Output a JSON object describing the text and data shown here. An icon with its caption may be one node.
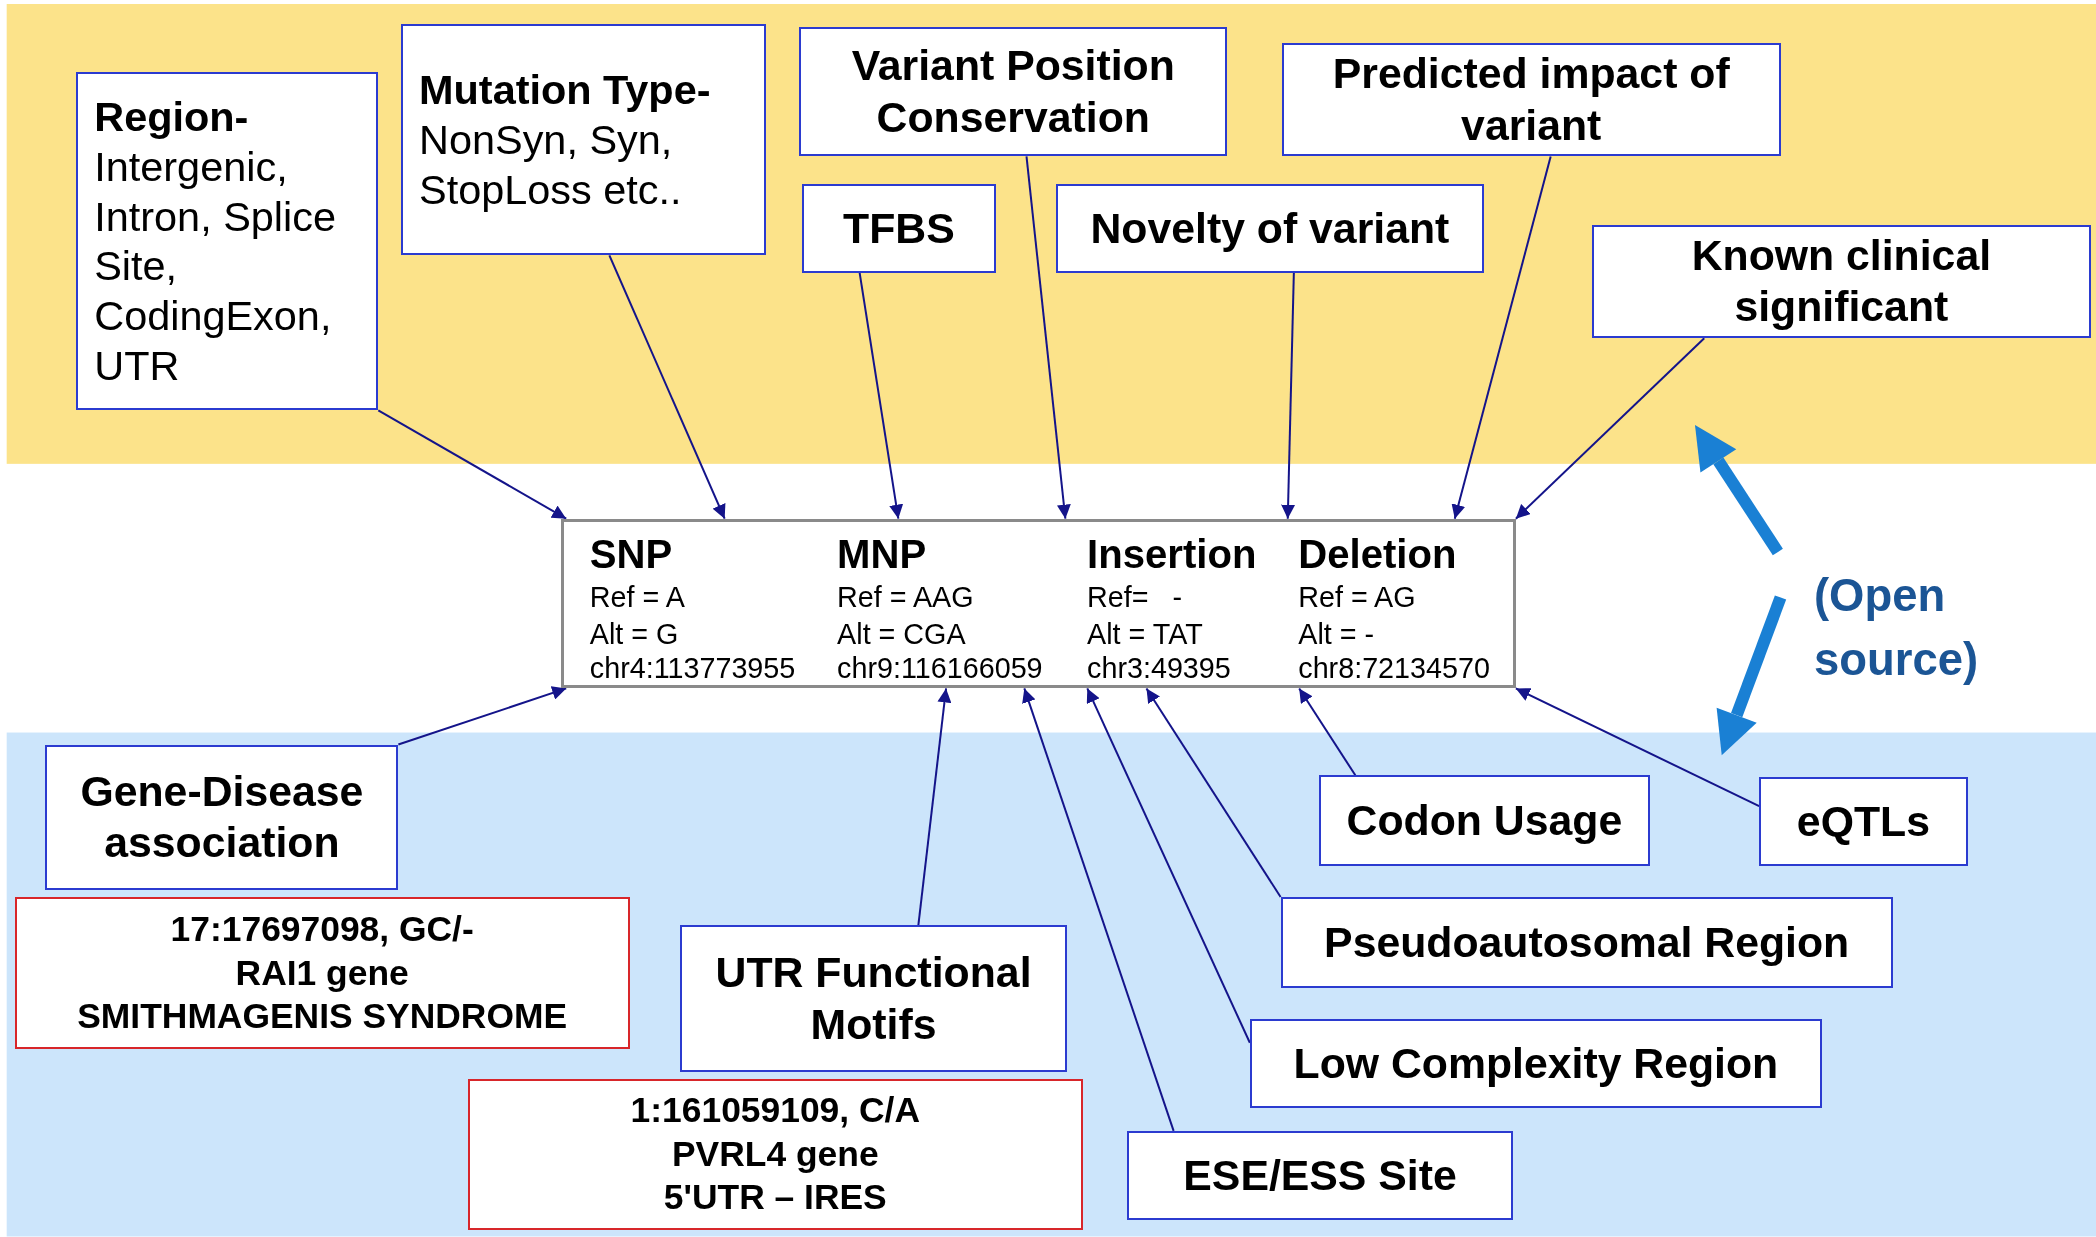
{
  "diagram": {
    "nodes": [
      {
        "text": [
          "Region-",
          "Intergenic, Intron, Splice Site, CodingExon, UTR"
        ]
      },
      {
        "text": [
          "Mutation Type-",
          "NonSyn, Syn, StopLoss etc.."
        ]
      },
      {
        "text": [
          "Variant Position Conservation"
        ]
      },
      {
        "text": [
          "TFBS"
        ]
      },
      {
        "text": [
          "Predicted impact of variant"
        ]
      },
      {
        "text": [
          "Novelty of variant"
        ]
      },
      {
        "text": [
          "Known clinical significant"
        ]
      },
      {
        "text": [
          "SNP",
          "Ref = A",
          "Alt = G",
          "chr4:113773955",
          "MNP",
          "Ref = AAG",
          "Alt = CGA",
          "chr9:116166059",
          "Insertion",
          "Ref=   -",
          "Alt = TAT",
          "chr3:49395",
          "Deletion",
          "Ref = AG",
          "Alt = -",
          "chr8:72134570"
        ]
      },
      {
        "text": [
          "Gene-Disease association"
        ]
      },
      {
        "text": [
          "17:17697098, GC/-",
          "RAI1 gene",
          "SMITHMAGENIS SYNDROME"
        ]
      },
      {
        "text": [
          "UTR Functional Motifs"
        ]
      },
      {
        "text": [
          "1:161059109, C/A",
          "PVRL4 gene",
          "5'UTR – IRES"
        ]
      },
      {
        "text": [
          "Codon Usage"
        ]
      },
      {
        "text": [
          "eQTLs"
        ]
      },
      {
        "text": [
          "Pseudoautosomal Region"
        ]
      },
      {
        "text": [
          "Low Complexity Region"
        ]
      },
      {
        "text": [
          "ESE/ESS Site"
        ]
      }
    ],
    "edges": [
      {
        "from": 0,
        "to": 7,
        "arrow": "to"
      },
      {
        "from": 1,
        "to": 7,
        "arrow": "to"
      },
      {
        "from": 3,
        "to": 7,
        "arrow": "to"
      },
      {
        "from": 2,
        "to": 7,
        "arrow": "to"
      },
      {
        "from": 5,
        "to": 7,
        "arrow": "to"
      },
      {
        "from": 4,
        "to": 7,
        "arrow": "to"
      },
      {
        "from": 6,
        "to": 7,
        "arrow": "to"
      },
      {
        "from": 8,
        "to": 7,
        "arrow": "to"
      },
      {
        "from": 10,
        "to": 7,
        "arrow": "to"
      },
      {
        "from": 16,
        "to": 7,
        "arrow": "to"
      },
      {
        "from": 15,
        "to": 7,
        "arrow": "to"
      },
      {
        "from": 14,
        "to": 7,
        "arrow": "to"
      },
      {
        "from": 12,
        "to": 7,
        "arrow": "to"
      },
      {
        "from": 13,
        "to": 7,
        "arrow": "to"
      }
    ],
    "labels": [
      "(Open source)"
    ]
  }
}
